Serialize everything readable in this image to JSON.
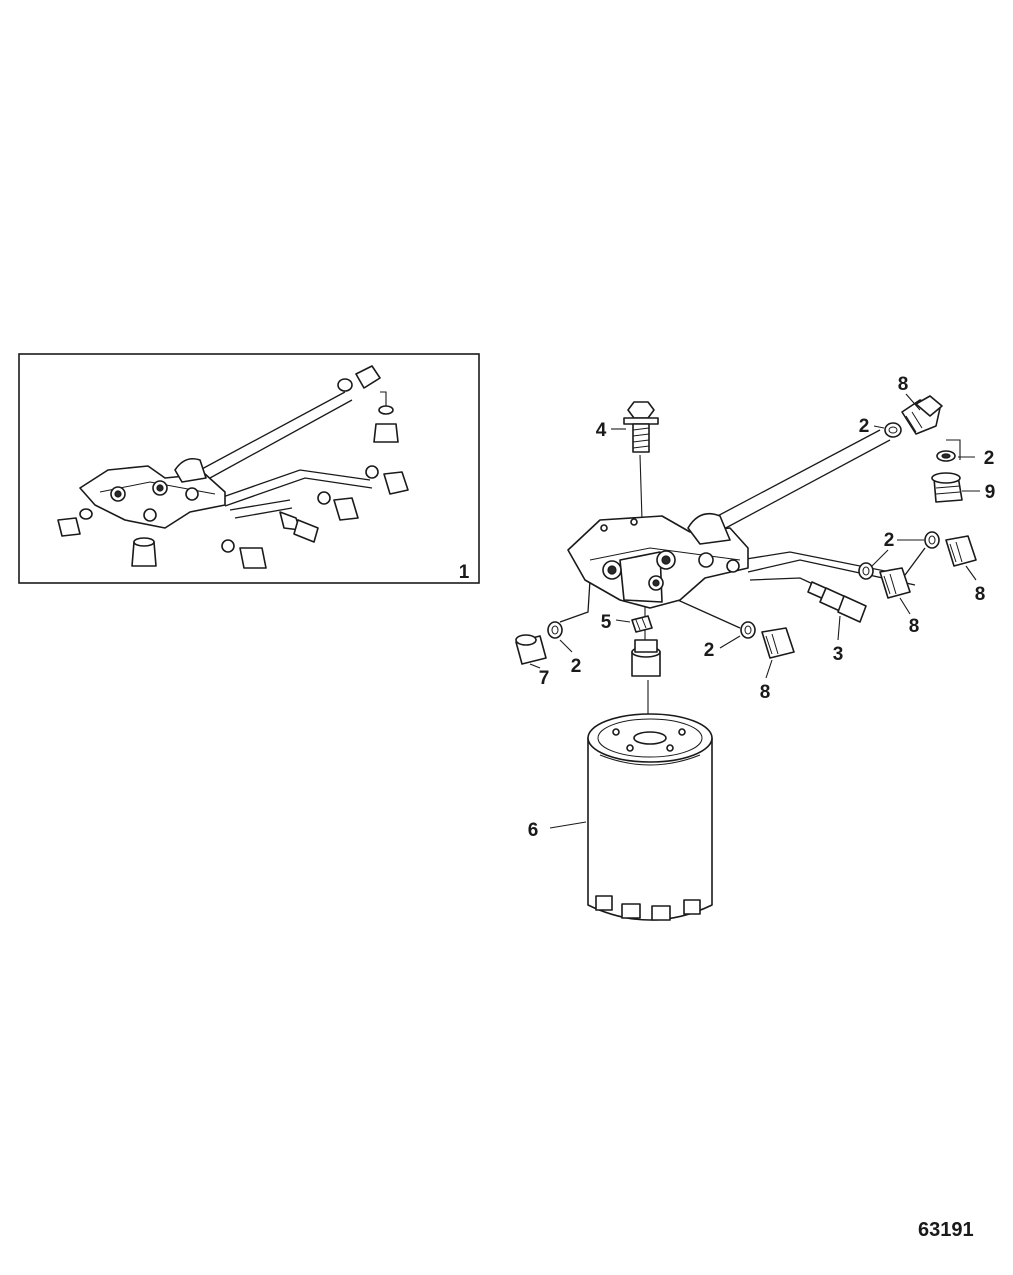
{
  "inset": {
    "callout": "1"
  },
  "callouts": {
    "c8_top": "8",
    "c2_topleft": "2",
    "c2_topright": "2",
    "c9": "9",
    "c4": "4",
    "c2_midright": "2",
    "c8_right": "8",
    "c8_midright": "8",
    "c3": "3",
    "c5": "5",
    "c2_mid": "2",
    "c8_bottom": "8",
    "c7": "7",
    "c2_left": "2",
    "c6": "6"
  },
  "figure_number": "63191"
}
